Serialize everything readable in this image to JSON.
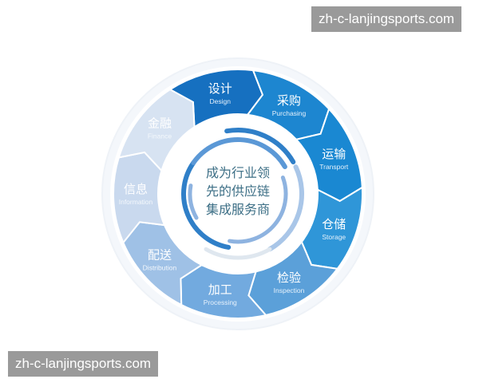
{
  "center_text": [
    "成为行业领",
    "先的供应链",
    "集成服务商"
  ],
  "segments": [
    {
      "zh": "设计",
      "en": "Design",
      "color": "#1670c0"
    },
    {
      "zh": "采购",
      "en": "Purchasing",
      "color": "#1d86d0"
    },
    {
      "zh": "运输",
      "en": "Transport",
      "color": "#1a88d2"
    },
    {
      "zh": "仓储",
      "en": "Storage",
      "color": "#2f96d8"
    },
    {
      "zh": "检验",
      "en": "Inspection",
      "color": "#5ba0d9"
    },
    {
      "zh": "加工",
      "en": "Processing",
      "color": "#72aadf"
    },
    {
      "zh": "配送",
      "en": "Distribution",
      "color": "#9fc1e6"
    },
    {
      "zh": "信息",
      "en": "Information",
      "color": "#c9d9ee"
    },
    {
      "zh": "金融",
      "en": "Finance",
      "color": "#d7e3f2"
    }
  ],
  "watermarks": {
    "top": "zh-c-lanjingsports.com",
    "bottom": "zh-c-lanjingsports.com"
  }
}
